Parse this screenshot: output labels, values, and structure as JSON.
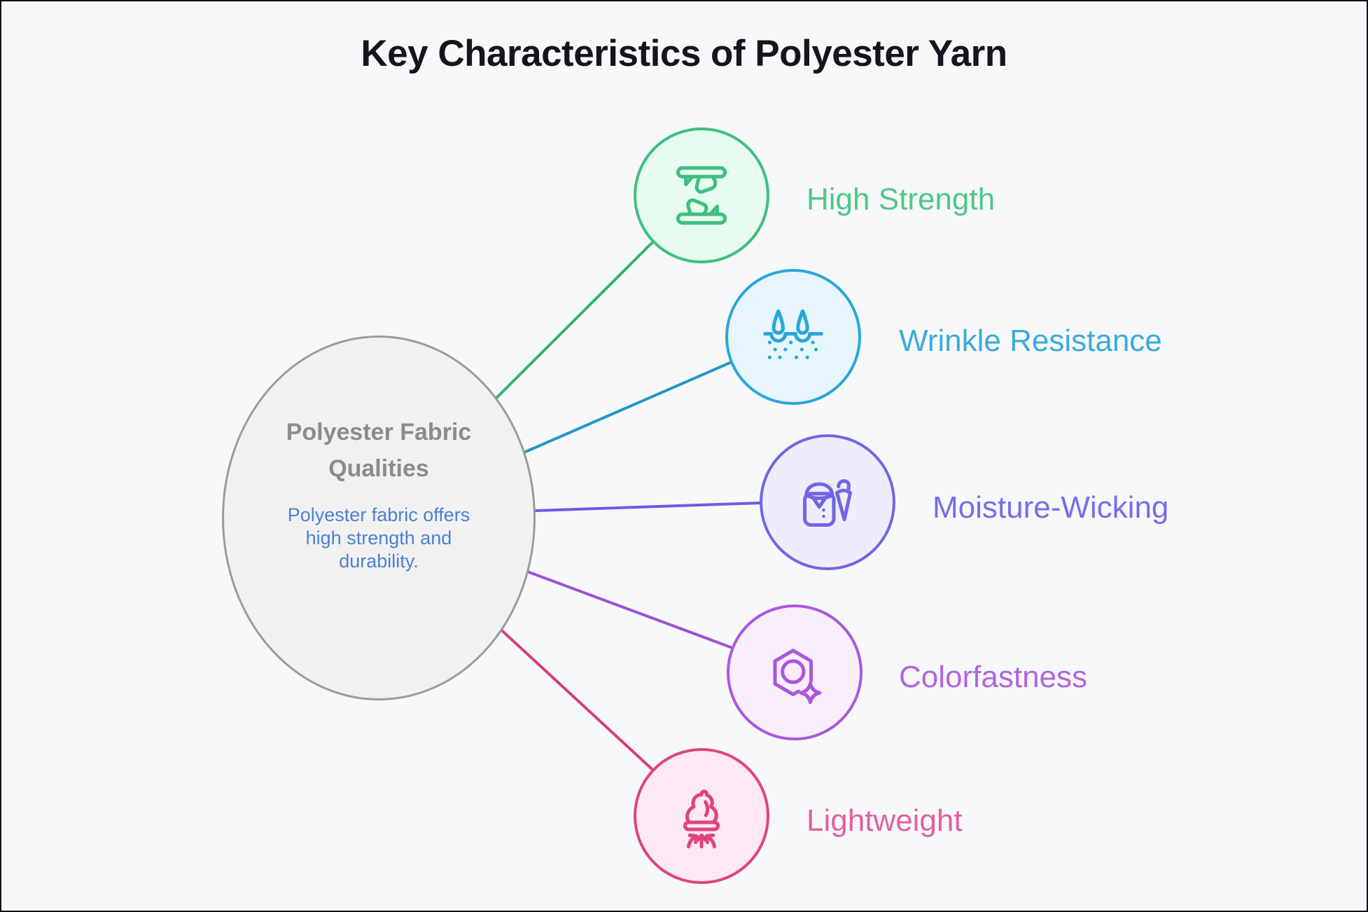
{
  "title": "Key Characteristics of Polyester Yarn",
  "center": {
    "title": "Polyester Fabric Qualities",
    "description": "Polyester fabric offers high strength and durability.",
    "title_color": "#8b8b8b",
    "description_color": "#4d7fd0"
  },
  "nodes": [
    {
      "label": "High Strength",
      "icon": "torn-fabric-icon",
      "color": "#3fbf7f",
      "fill": "#e7fbf0",
      "label_color": "#4ec886",
      "line_color": "#36b173"
    },
    {
      "label": "Wrinkle Resistance",
      "icon": "skin-hairs-icon",
      "color": "#2ba6d9",
      "fill": "#e7f6fd",
      "label_color": "#3aabdb",
      "line_color": "#2196c9"
    },
    {
      "label": "Moisture-Wicking",
      "icon": "raincoat-umbrella-icon",
      "color": "#7166e3",
      "fill": "#efedfb",
      "label_color": "#7a6ce6",
      "line_color": "#6f5ce0"
    },
    {
      "label": "Colorfastness",
      "icon": "hexagon-sparkle-icon",
      "color": "#ab57dd",
      "fill": "#f9eefc",
      "label_color": "#b265df",
      "line_color": "#9b51d6"
    },
    {
      "label": "Lightweight",
      "icon": "lift-arrows-icon",
      "color": "#e0437f",
      "fill": "#fce9f3",
      "label_color": "#e2609f",
      "line_color": "#d63d7c"
    }
  ]
}
